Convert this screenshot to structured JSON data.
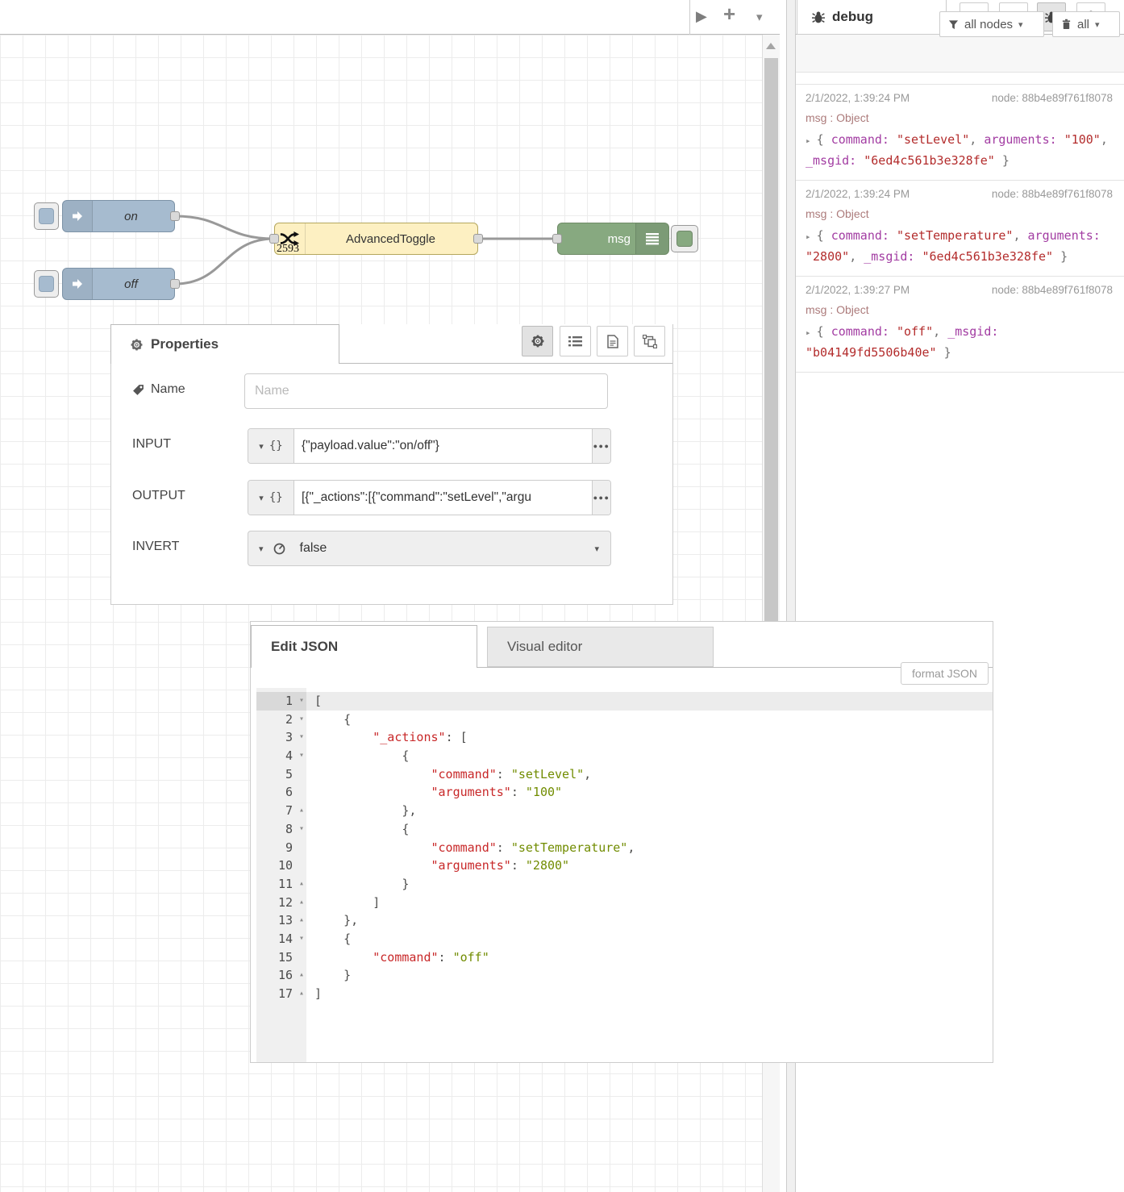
{
  "colors": {
    "inject_node": "#a6bbcf",
    "toggle_node": "#fdf0c2",
    "debug_node": "#87a980",
    "wire": "#999999",
    "grid_line": "#ececec",
    "debug_key": "#a23ca2",
    "debug_string": "#b32c2c",
    "editor_key": "#c82829",
    "editor_string": "#718c00"
  },
  "icons": {
    "play": "▶",
    "plus": "+",
    "chevron_down": "▾",
    "scroll_up": "▴",
    "fold_open": "▾",
    "fold_close": "▴",
    "expand_arrow": "▸",
    "caret": "▾",
    "dots": "●●●",
    "type_json_badge": "{}",
    "info": "i"
  },
  "workspace": {
    "nodes": {
      "inject_on_label": "on",
      "inject_off_label": "off",
      "toggle_label": "AdvancedToggle",
      "toggle_badge": "2593",
      "debug_label": "msg"
    },
    "connections": [
      [
        "on",
        "AdvancedToggle"
      ],
      [
        "off",
        "AdvancedToggle"
      ],
      [
        "AdvancedToggle",
        "msg"
      ]
    ]
  },
  "sidebar": {
    "tab_label": "debug",
    "filter_button": "all nodes",
    "clear_button": "all",
    "messages": [
      {
        "time": "2/1/2022, 1:39:24 PM",
        "node": "node: 88b4e89f761f8078",
        "path": "msg : Object",
        "tokens": [
          {
            "t": "pun",
            "v": "{ "
          },
          {
            "t": "key",
            "v": "command: "
          },
          {
            "t": "str",
            "v": "\"setLevel\""
          },
          {
            "t": "pun",
            "v": ", "
          },
          {
            "t": "key",
            "v": "arguments: "
          },
          {
            "t": "str",
            "v": "\"100\""
          },
          {
            "t": "pun",
            "v": ", "
          },
          {
            "t": "key",
            "v": "_msgid: "
          },
          {
            "t": "str",
            "v": "\"6ed4c561b3e328fe\""
          },
          {
            "t": "pun",
            "v": " }"
          }
        ]
      },
      {
        "time": "2/1/2022, 1:39:24 PM",
        "node": "node: 88b4e89f761f8078",
        "path": "msg : Object",
        "tokens": [
          {
            "t": "pun",
            "v": "{ "
          },
          {
            "t": "key",
            "v": "command: "
          },
          {
            "t": "str",
            "v": "\"setTemperature\""
          },
          {
            "t": "pun",
            "v": ", "
          },
          {
            "t": "key",
            "v": "arguments: "
          },
          {
            "t": "str",
            "v": "\"2800\""
          },
          {
            "t": "pun",
            "v": ", "
          },
          {
            "t": "key",
            "v": "_msgid: "
          },
          {
            "t": "str",
            "v": "\"6ed4c561b3e328fe\""
          },
          {
            "t": "pun",
            "v": " }"
          }
        ]
      },
      {
        "time": "2/1/2022, 1:39:27 PM",
        "node": "node: 88b4e89f761f8078",
        "path": "msg : Object",
        "tokens": [
          {
            "t": "pun",
            "v": "{ "
          },
          {
            "t": "key",
            "v": "command: "
          },
          {
            "t": "str",
            "v": "\"off\""
          },
          {
            "t": "pun",
            "v": ", "
          },
          {
            "t": "key",
            "v": "_msgid: "
          },
          {
            "t": "str",
            "v": "\"b04149fd5506b40e\""
          },
          {
            "t": "pun",
            "v": " }"
          }
        ]
      }
    ]
  },
  "properties": {
    "tab_label": "Properties",
    "name_label": "Name",
    "name_placeholder": "Name",
    "name_value": "",
    "input_label": "INPUT",
    "input_value": "{\"payload.value\":\"on/off\"}",
    "output_label": "OUTPUT",
    "output_value": "[{\"_actions\":[{\"command\":\"setLevel\",\"argu",
    "invert_label": "INVERT",
    "invert_value": "false"
  },
  "json_dialog": {
    "tab_edit": "Edit JSON",
    "tab_visual": "Visual editor",
    "format_button": "format JSON",
    "lines": [
      {
        "n": 1,
        "fold": "open",
        "active": true,
        "tokens": [
          {
            "t": "pun",
            "v": "["
          }
        ]
      },
      {
        "n": 2,
        "fold": "open",
        "tokens": [
          {
            "t": "pun",
            "v": "    {"
          }
        ]
      },
      {
        "n": 3,
        "fold": "open",
        "tokens": [
          {
            "t": "pun",
            "v": "        "
          },
          {
            "t": "key",
            "v": "\"_actions\""
          },
          {
            "t": "pun",
            "v": ": ["
          }
        ]
      },
      {
        "n": 4,
        "fold": "open",
        "tokens": [
          {
            "t": "pun",
            "v": "            {"
          }
        ]
      },
      {
        "n": 5,
        "tokens": [
          {
            "t": "pun",
            "v": "                "
          },
          {
            "t": "key",
            "v": "\"command\""
          },
          {
            "t": "pun",
            "v": ": "
          },
          {
            "t": "str",
            "v": "\"setLevel\""
          },
          {
            "t": "pun",
            "v": ","
          }
        ]
      },
      {
        "n": 6,
        "tokens": [
          {
            "t": "pun",
            "v": "                "
          },
          {
            "t": "key",
            "v": "\"arguments\""
          },
          {
            "t": "pun",
            "v": ": "
          },
          {
            "t": "str",
            "v": "\"100\""
          }
        ]
      },
      {
        "n": 7,
        "fold": "close",
        "tokens": [
          {
            "t": "pun",
            "v": "            },"
          }
        ]
      },
      {
        "n": 8,
        "fold": "open",
        "tokens": [
          {
            "t": "pun",
            "v": "            {"
          }
        ]
      },
      {
        "n": 9,
        "tokens": [
          {
            "t": "pun",
            "v": "                "
          },
          {
            "t": "key",
            "v": "\"command\""
          },
          {
            "t": "pun",
            "v": ": "
          },
          {
            "t": "str",
            "v": "\"setTemperature\""
          },
          {
            "t": "pun",
            "v": ","
          }
        ]
      },
      {
        "n": 10,
        "tokens": [
          {
            "t": "pun",
            "v": "                "
          },
          {
            "t": "key",
            "v": "\"arguments\""
          },
          {
            "t": "pun",
            "v": ": "
          },
          {
            "t": "str",
            "v": "\"2800\""
          }
        ]
      },
      {
        "n": 11,
        "fold": "close",
        "tokens": [
          {
            "t": "pun",
            "v": "            }"
          }
        ]
      },
      {
        "n": 12,
        "fold": "close",
        "tokens": [
          {
            "t": "pun",
            "v": "        ]"
          }
        ]
      },
      {
        "n": 13,
        "fold": "close",
        "tokens": [
          {
            "t": "pun",
            "v": "    },"
          }
        ]
      },
      {
        "n": 14,
        "fold": "open",
        "tokens": [
          {
            "t": "pun",
            "v": "    {"
          }
        ]
      },
      {
        "n": 15,
        "tokens": [
          {
            "t": "pun",
            "v": "        "
          },
          {
            "t": "key",
            "v": "\"command\""
          },
          {
            "t": "pun",
            "v": ": "
          },
          {
            "t": "str",
            "v": "\"off\""
          }
        ]
      },
      {
        "n": 16,
        "fold": "close",
        "tokens": [
          {
            "t": "pun",
            "v": "    }"
          }
        ]
      },
      {
        "n": 17,
        "fold": "close",
        "tokens": [
          {
            "t": "pun",
            "v": "]"
          }
        ]
      }
    ]
  }
}
